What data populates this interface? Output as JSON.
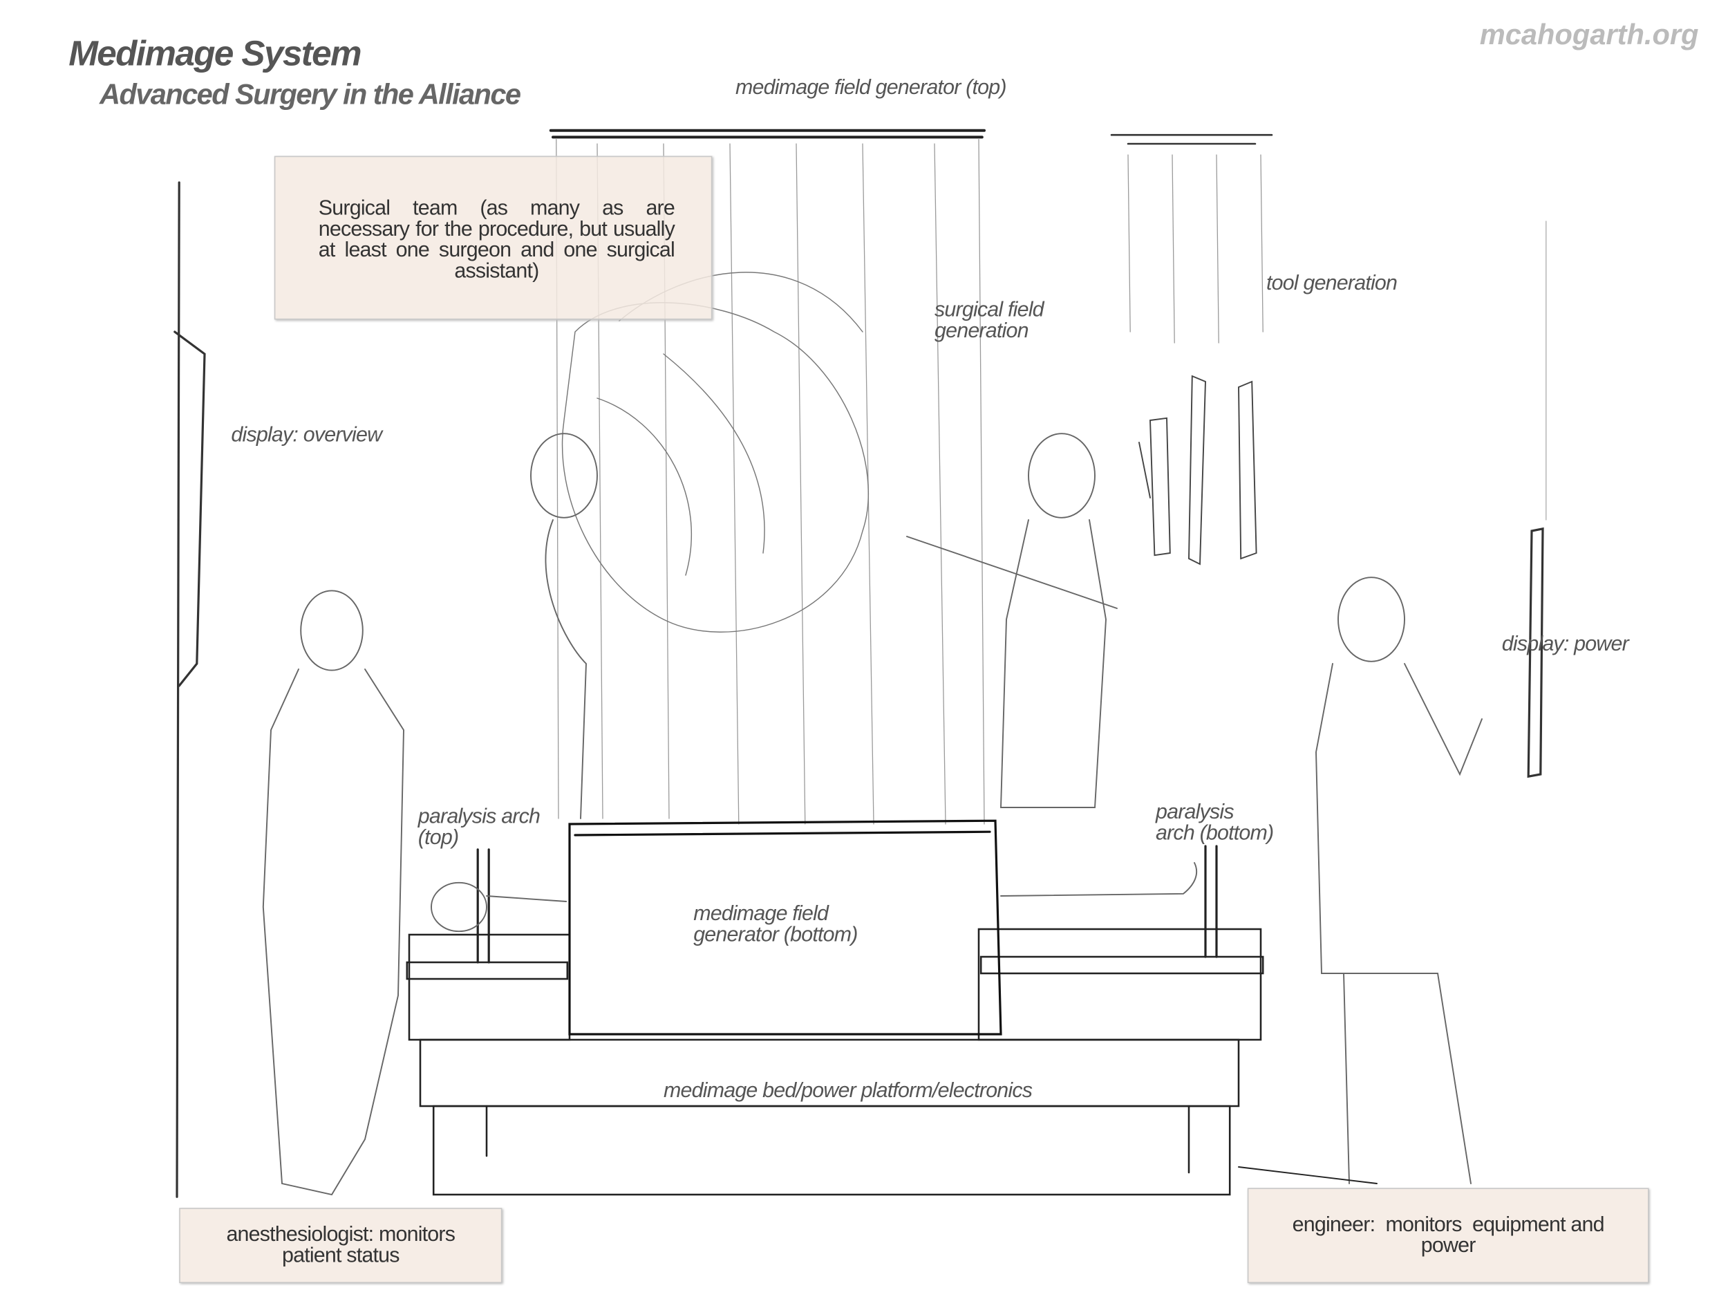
{
  "header": {
    "title": "Medimage System",
    "subtitle": "Advanced Surgery in the Alliance",
    "credit": "mcahogarth.org"
  },
  "labels": {
    "field_generator_top": "medimage field generator (top)",
    "surgical_field": [
      "surgical field",
      "generation"
    ],
    "tool_generation": "tool generation",
    "display_overview": "display: overview",
    "display_power": "display: power",
    "paralysis_top": [
      "paralysis arch",
      "(top)"
    ],
    "paralysis_bottom": [
      "paralysis",
      "arch (bottom)"
    ],
    "field_generator_bottom": [
      "medimage field",
      "generator (bottom)"
    ],
    "bed": "medimage bed/power platform/electronics"
  },
  "callouts": {
    "surgical_team": "Surgical team (as many as are necessary for the procedure, but usually at least one surgeon and one surgical assistant)",
    "anesthesiologist": "anesthesiologist: monitors patient status",
    "engineer": "engineer:  monitors  equipment and power"
  },
  "colors": {
    "label": "#555555",
    "box_bg": "#f4eae2",
    "credit": "#bbbbbb"
  }
}
